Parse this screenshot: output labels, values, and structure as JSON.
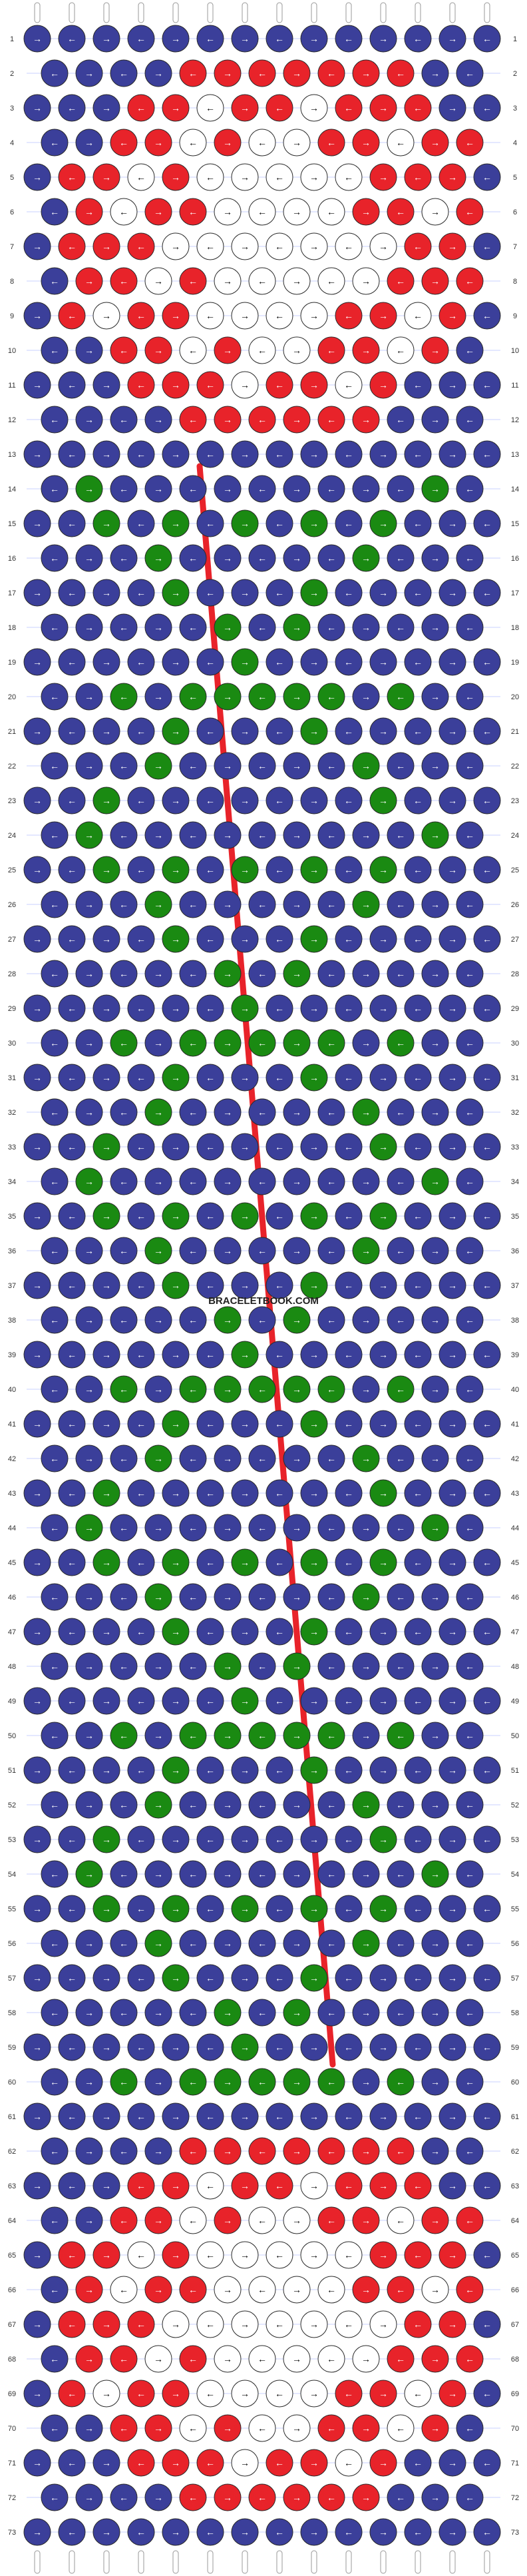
{
  "pattern": {
    "watermark": "BRACELETBOOK.COM",
    "strings": 14,
    "rows": 73,
    "row_labels": [
      "1",
      "2",
      "3",
      "4",
      "5",
      "6",
      "7",
      "8",
      "9",
      "10",
      "11",
      "12",
      "13",
      "14",
      "15",
      "16",
      "17",
      "18",
      "19",
      "20",
      "21",
      "22",
      "23",
      "24",
      "25",
      "26",
      "27",
      "28",
      "29",
      "30",
      "31",
      "32",
      "33",
      "34",
      "35",
      "36",
      "37",
      "38",
      "39",
      "40",
      "41",
      "42",
      "43",
      "44",
      "45",
      "46",
      "47",
      "48",
      "49",
      "50",
      "51",
      "52",
      "53",
      "54",
      "55",
      "56",
      "57",
      "58",
      "59",
      "60",
      "61",
      "62",
      "63",
      "64",
      "65",
      "66",
      "67",
      "68",
      "69",
      "70",
      "71",
      "72",
      "73"
    ],
    "colors": {
      "background": "#3b3f9a",
      "red": "#e8232a",
      "white": "#ffffff",
      "green": "#1a8a12",
      "knot_outline": "#2a2a2a",
      "row_line": "#c9d0ff",
      "label": "#333333"
    }
  }
}
